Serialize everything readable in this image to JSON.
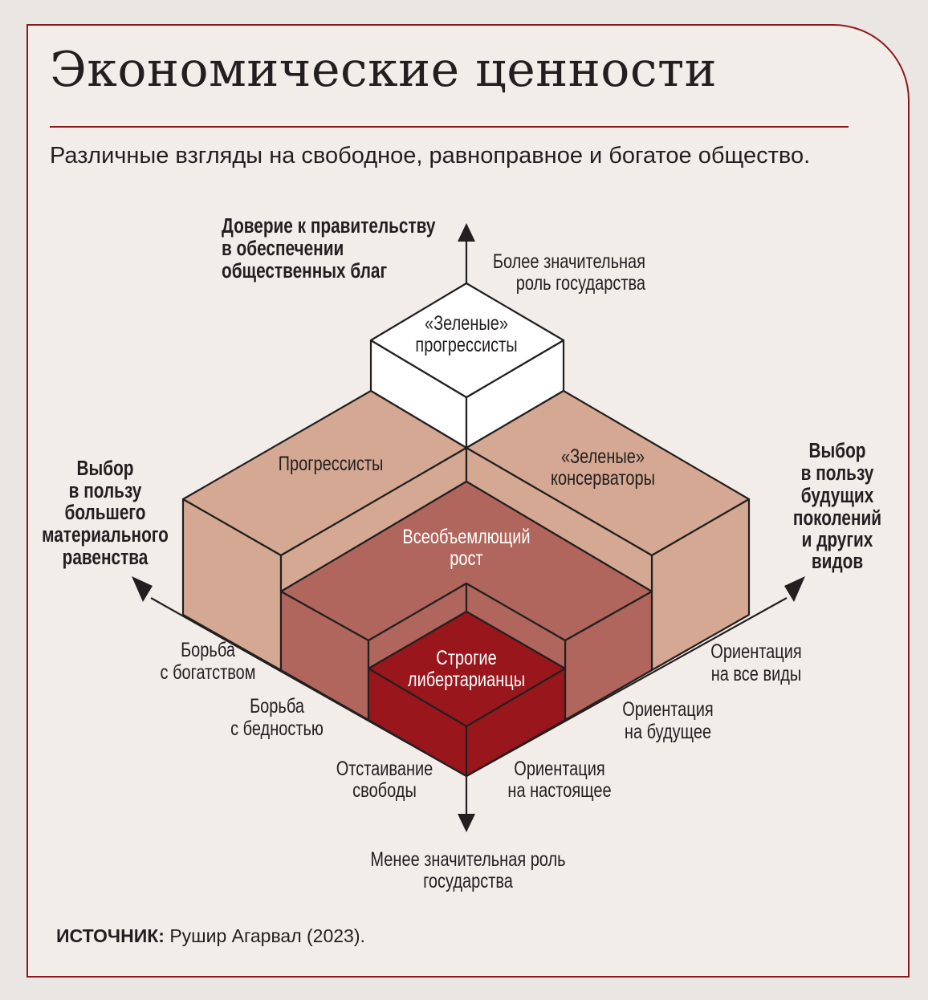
{
  "title": "Экономические ценности",
  "subtitle": "Различные взгляды на свободное, равноправное и богатое общество.",
  "colors": {
    "background": "#f2ede9",
    "border": "#8b1a1e",
    "beige": "#d4a892",
    "medium_red": "#b0665c",
    "dark_red": "#98161c"
  },
  "axes": {
    "up_title": [
      "Доверие к правительству",
      "в обеспечении",
      "общественных благ"
    ],
    "up_end": [
      "Более значительная",
      "роль государства"
    ],
    "down_end": [
      "Менее значительная роль",
      "государства"
    ],
    "left_title": [
      "Выбор",
      "в пользу",
      "большего",
      "материального",
      "равенства"
    ],
    "right_title": [
      "Выбор",
      "в пользу",
      "будущих",
      "поколений",
      "и других",
      "видов"
    ],
    "left_ticks": [
      [
        "Борьба",
        "с богатством"
      ],
      [
        "Борьба",
        "с бедностью"
      ],
      [
        "Отстаивание",
        "свободы"
      ]
    ],
    "right_ticks": [
      [
        "Ориентация",
        "на все виды"
      ],
      [
        "Ориентация",
        "на будущее"
      ],
      [
        "Ориентация",
        "на настоящее"
      ]
    ]
  },
  "blocks": {
    "green_progressives": [
      "«Зеленые»",
      "прогрессисты"
    ],
    "progressives": [
      "Прогрессисты"
    ],
    "green_conservatives": [
      "«Зеленые»",
      "консерваторы"
    ],
    "inclusive_growth": [
      "Всеобъемлющий",
      "рост"
    ],
    "strict_libertarians": [
      "Строгие",
      "либертарианцы"
    ]
  },
  "source": {
    "label": "ИСТОЧНИК:",
    "text": " Рушир Агарвал (2023)."
  }
}
